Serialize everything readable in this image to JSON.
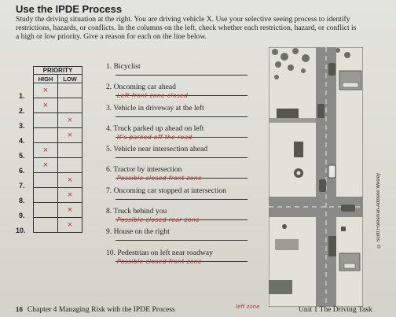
{
  "header": {
    "title": "Use the IPDE Process",
    "instructions": "Study the driving situation at the right. You are driving vehicle X. Use your selective seeing process to identify restrictions, hazards, or conflicts. In the columns on the left, check whether each restriction, hazard, or conflict is a high or low priority. Give a reason for each on the line below."
  },
  "priority_table": {
    "title": "PRIORITY",
    "col_high": "HIGH",
    "col_low": "LOW",
    "row_numbers": [
      "1.",
      "2.",
      "3.",
      "4.",
      "5.",
      "6.",
      "7.",
      "8.",
      "9.",
      "10."
    ],
    "rows": [
      {
        "high": "×",
        "low": ""
      },
      {
        "high": "×",
        "low": ""
      },
      {
        "high": "",
        "low": "×"
      },
      {
        "high": "",
        "low": "×"
      },
      {
        "high": "×",
        "low": ""
      },
      {
        "high": "×",
        "low": ""
      },
      {
        "high": "",
        "low": "×"
      },
      {
        "high": "",
        "low": "×"
      },
      {
        "high": "",
        "low": "×"
      },
      {
        "high": "",
        "low": "×"
      }
    ]
  },
  "items": [
    {
      "label": "1. Bicyclist",
      "answer": ""
    },
    {
      "label": "2. Oncoming car ahead",
      "answer": "Left front zone closed"
    },
    {
      "label": "3. Vehicle in driveway at the left",
      "answer": ""
    },
    {
      "label": "4. Truck parked up ahead on left",
      "answer": "It's parked off the road"
    },
    {
      "label": "5. Vehicle near intersection ahead",
      "answer": ""
    },
    {
      "label": "6. Tractor by intersection",
      "answer": "Possible closed front zone"
    },
    {
      "label": "7. Oncoming car stopped at intersection",
      "answer": ""
    },
    {
      "label": "8. Truck behind you",
      "answer": "Possible closed rear zone"
    },
    {
      "label": "9. House on the right",
      "answer": ""
    },
    {
      "label": "10. Pedestrian on left near roadway",
      "answer": "Possible closed front zone"
    }
  ],
  "margin_note": "left zone",
  "side_text": "© Scott Foresman-Addison Wesley",
  "footer": {
    "page_number": "16",
    "chapter": "Chapter 4  Managing Risk with the IPDE Process",
    "unit": "Unit 1  The Driving Task"
  },
  "colors": {
    "handwriting": "#b33333",
    "road": "#8a8a86",
    "grass": "#e2e2da"
  }
}
